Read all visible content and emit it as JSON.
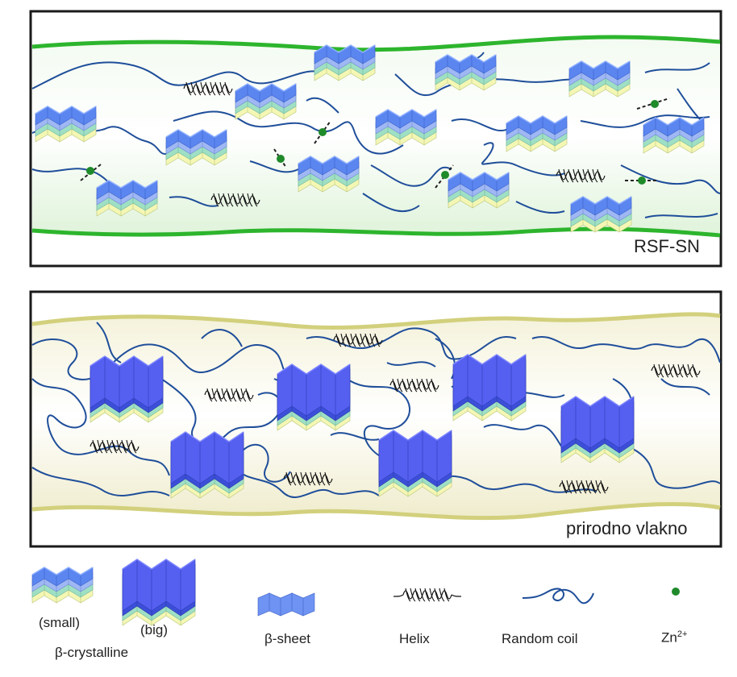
{
  "panels": {
    "top": {
      "label": "RSF-SN"
    },
    "bottom": {
      "label": "prirodno vlakno"
    }
  },
  "legend": {
    "small": "(small)",
    "big": "(big)",
    "crystalline": "β-crystalline",
    "sheet": "β-sheet",
    "helix": "Helix",
    "coil": "Random coil",
    "zn": "Zn",
    "zn_charge": "2+"
  },
  "colors": {
    "frame": "#1a1a1a",
    "top_tube": "#2db52d",
    "top_fill": "#e6f7e3",
    "bottom_tube": "#cfcf7a",
    "bottom_fill": "#f7f6e2",
    "coil": "#1f4e9a",
    "sheet_blue": "#4a63e6",
    "sheet_light": "#bfe3ee",
    "zn_dot": "#1f8a2a"
  }
}
